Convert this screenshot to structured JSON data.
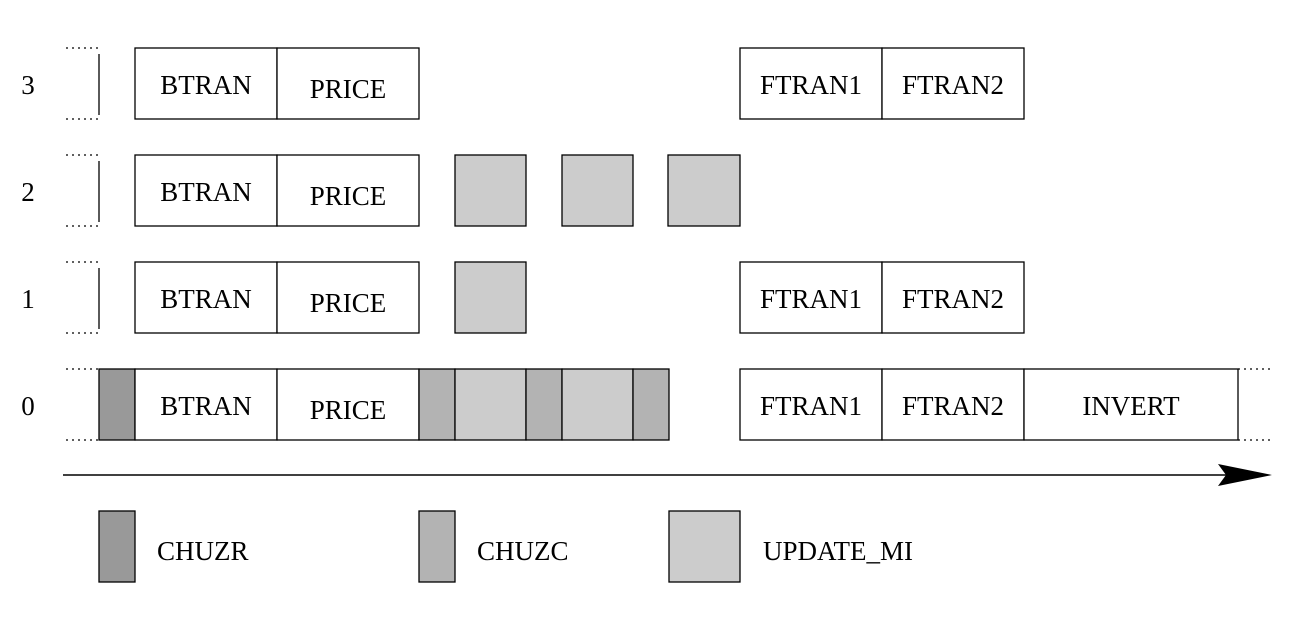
{
  "colors": {
    "chuzr": "#999999",
    "chuzc": "#b3b3b3",
    "update_mi": "#cccccc",
    "task": "#ffffff",
    "stroke": "#000000"
  },
  "rows": [
    {
      "label": "3",
      "blocks": [
        {
          "kind": "task",
          "label": "BTRAN"
        },
        {
          "kind": "task",
          "label": "PRICE"
        },
        {
          "kind": "task",
          "label": "FTRAN1"
        },
        {
          "kind": "task",
          "label": "FTRAN2"
        }
      ]
    },
    {
      "label": "2",
      "blocks": [
        {
          "kind": "task",
          "label": "BTRAN"
        },
        {
          "kind": "task",
          "label": "PRICE"
        },
        {
          "kind": "update_mi",
          "label": ""
        },
        {
          "kind": "update_mi",
          "label": ""
        },
        {
          "kind": "update_mi",
          "label": ""
        }
      ]
    },
    {
      "label": "1",
      "blocks": [
        {
          "kind": "task",
          "label": "BTRAN"
        },
        {
          "kind": "task",
          "label": "PRICE"
        },
        {
          "kind": "update_mi",
          "label": ""
        },
        {
          "kind": "task",
          "label": "FTRAN1"
        },
        {
          "kind": "task",
          "label": "FTRAN2"
        }
      ]
    },
    {
      "label": "0",
      "blocks": [
        {
          "kind": "chuzr",
          "label": ""
        },
        {
          "kind": "task",
          "label": "BTRAN"
        },
        {
          "kind": "task",
          "label": "PRICE"
        },
        {
          "kind": "chuzc",
          "label": ""
        },
        {
          "kind": "update_mi",
          "label": ""
        },
        {
          "kind": "chuzc",
          "label": ""
        },
        {
          "kind": "update_mi",
          "label": ""
        },
        {
          "kind": "chuzc",
          "label": ""
        },
        {
          "kind": "task",
          "label": "FTRAN1"
        },
        {
          "kind": "task",
          "label": "FTRAN2"
        },
        {
          "kind": "task",
          "label": "INVERT"
        }
      ]
    }
  ],
  "legend": [
    {
      "kind": "chuzr",
      "label": "CHUZR"
    },
    {
      "kind": "chuzc",
      "label": "CHUZC"
    },
    {
      "kind": "update_mi",
      "label": "UPDATE_MI"
    }
  ]
}
